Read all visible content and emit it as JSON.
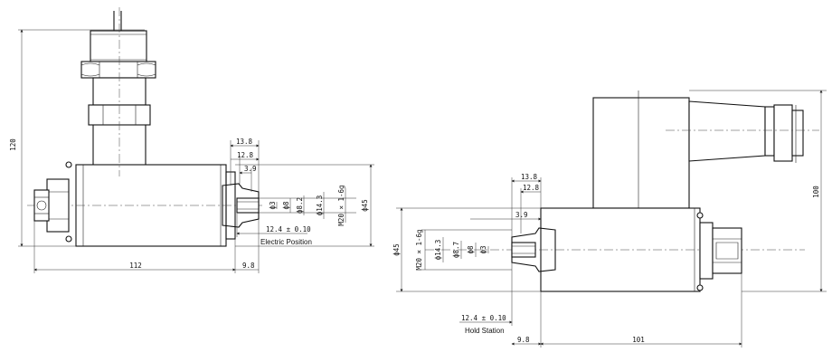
{
  "left_view": {
    "dims": {
      "d13_8": "13.8",
      "d12_8": "12.8",
      "d3_9": "3.9",
      "d120": "120",
      "phi3": "ф3",
      "phi8": "ф8",
      "phi8_2": "ф8.2",
      "phi14_3": "ф14.3",
      "m20": "M20 × 1-6g",
      "phi45": "ф45",
      "d12_4": "12.4 ± 0.10",
      "d112": "112",
      "d9_8": "9.8"
    },
    "caption": "Electric Position"
  },
  "right_view": {
    "dims": {
      "d13_8": "13.8",
      "d12_8": "12.8",
      "d3_9": "3.9",
      "phi45": "ф45",
      "m20": "M20 × 1-6g",
      "phi14_3": "ф14.3",
      "phi8_7": "ф8.7",
      "phi8": "ф8",
      "phi3": "ф3",
      "d100": "100",
      "d12_4": "12.4 ± 0.10",
      "d9_8": "9.8",
      "d101": "101"
    },
    "caption": "Hold Station"
  }
}
